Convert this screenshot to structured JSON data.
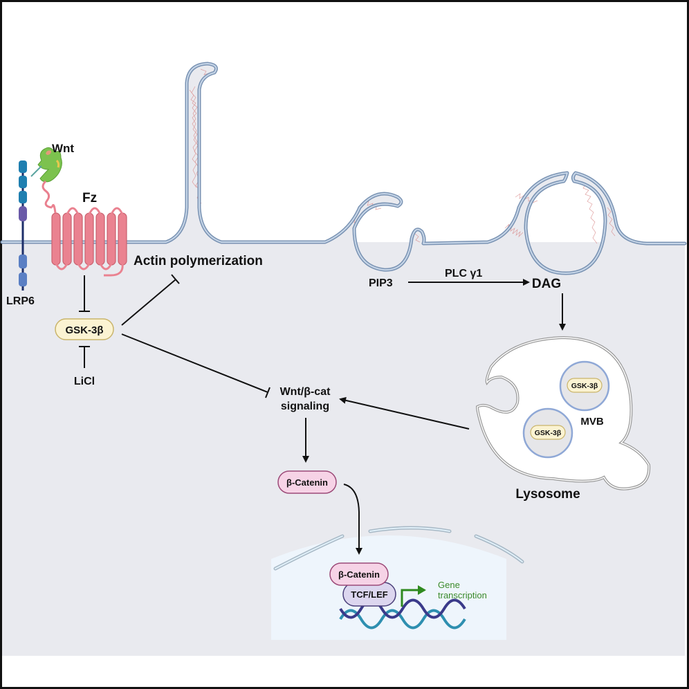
{
  "figure": {
    "type": "signaling pathway diagram",
    "regions": {
      "extracellular": "white area above membrane",
      "cytoplasm": "light gray area below membrane",
      "nucleus": "light blue region at bottom"
    }
  },
  "labels": {
    "wnt": "Wnt",
    "fz": "Fz",
    "lrp6": "LRP6",
    "gsk3b": "GSK-3β",
    "licl": "LiCl",
    "actin": "Actin polymerization",
    "pip3": "PIP3",
    "plc": "PLC γ1",
    "dag": "DAG",
    "mvb": "MVB",
    "mvb_gsk_1": "GSK-3β",
    "mvb_gsk_2": "GSK-3β",
    "lysosome": "Lysosome",
    "wnt_signaling_line1": "Wnt/β-cat",
    "wnt_signaling_line2": "signaling",
    "bcat_cyto": "β-Catenin",
    "bcat_nuc": "β-Catenin",
    "tcf": "TCF/LEF",
    "gene_line1": "Gene",
    "gene_line2": "transcription"
  },
  "edges": [
    {
      "from": "Fz",
      "to": "GSK-3β",
      "type": "inhibition"
    },
    {
      "from": "LiCl",
      "to": "GSK-3β",
      "type": "inhibition"
    },
    {
      "from": "GSK-3β",
      "to": "Actin polymerization",
      "type": "inhibition"
    },
    {
      "from": "GSK-3β",
      "to": "Wnt/β-cat signaling",
      "type": "inhibition"
    },
    {
      "from": "PIP3",
      "to": "DAG",
      "type": "activation",
      "label": "PLC γ1"
    },
    {
      "from": "DAG",
      "to": "Lysosome",
      "type": "activation"
    },
    {
      "from": "Lysosome",
      "to": "Wnt/β-cat signaling",
      "type": "activation"
    },
    {
      "from": "Wnt/β-cat signaling",
      "to": "β-Catenin",
      "type": "activation"
    },
    {
      "from": "β-Catenin",
      "to": "nucleus β-Catenin",
      "type": "translocation"
    }
  ],
  "colors": {
    "cytoplasm": "#e9eaef",
    "membrane": "#a9bfd8",
    "membrane_edge": "#7a93b3",
    "actin": "#d98a8a",
    "fz": "#e9808f",
    "wnt": "#7cc24e",
    "lrp6_top": "#1f7fb0",
    "lrp6_mid": "#6a5aa8",
    "lrp6_bottom": "#5a7fc4",
    "gsk_fill": "#fbf3d2",
    "gsk_stroke": "#c9b46a",
    "bcat_fill": "#f6d3e6",
    "bcat_stroke": "#9c4a78",
    "tcf_fill": "#dcd6ef",
    "tcf_stroke": "#4a3f7a",
    "nucleus": "#eef5fc",
    "dna_a": "#3a3a8a",
    "dna_b": "#2e8fb0",
    "gene_arrow": "#2f8a1f",
    "mvb_stroke": "#8fa8d6",
    "lysosome_stroke": "#9a9a9a"
  }
}
